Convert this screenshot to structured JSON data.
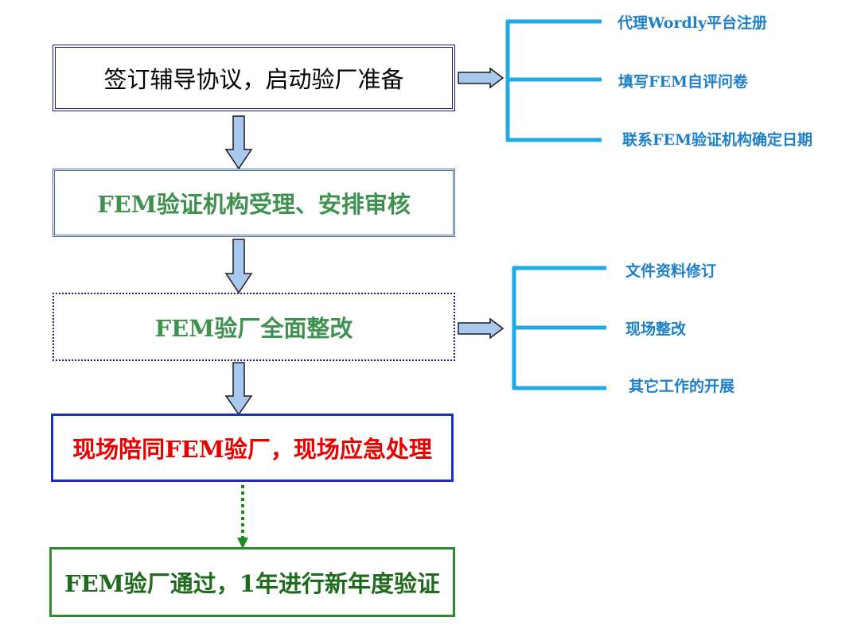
{
  "steps": [
    {
      "id": "step1",
      "label": "签订辅导协议，启动验厂准备"
    },
    {
      "id": "step2",
      "label": "FEM验证机构受理、安排审核"
    },
    {
      "id": "step3",
      "label": "FEM验厂全面整改"
    },
    {
      "id": "step4",
      "label": "现场陪同FEM验厂，现场应急处理"
    },
    {
      "id": "step5",
      "label": "FEM验厂通过，1年进行新年度验证"
    }
  ],
  "branches": [
    {
      "items": [
        "代理Wordly平台注册",
        "填写FEM自评问卷",
        "联系FEM验证机构确定日期"
      ]
    },
    {
      "items": [
        "文件资料修订",
        "现场整改",
        "其它工作的开展"
      ]
    }
  ],
  "colors": {
    "bracket": "#1eaae6",
    "arrow_fill": "#a9c8ee",
    "arrow_stroke": "#1a1a1a",
    "dotted_arrow": "#1f8a1f"
  }
}
